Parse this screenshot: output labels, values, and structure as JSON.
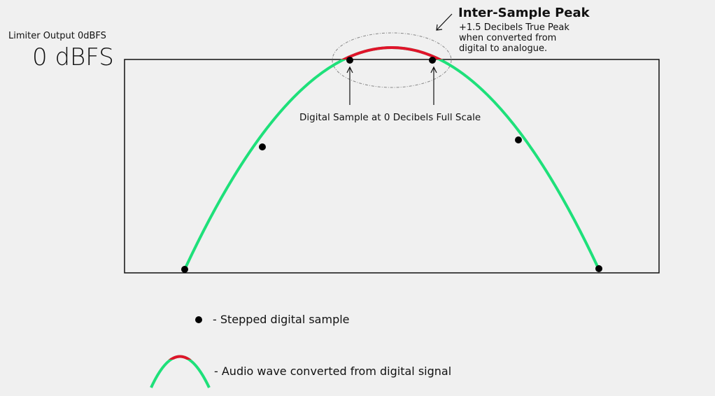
{
  "header": {
    "limiter_label": "Limiter Output 0dBFS",
    "level_label": "0 dBFS"
  },
  "annotation": {
    "title": "Inter-Sample Peak",
    "note": "+1.5 Decibels True Peak\nwhen converted from\ndigital to analogue.",
    "sample_label": "Digital Sample at 0 Decibels Full Scale"
  },
  "legend": {
    "sample": "- Stepped digital sample",
    "wave": "- Audio wave converted from digital signal"
  },
  "colors": {
    "wave": "#1ee07a",
    "peak": "#e0142a",
    "dot": "#000000"
  }
}
